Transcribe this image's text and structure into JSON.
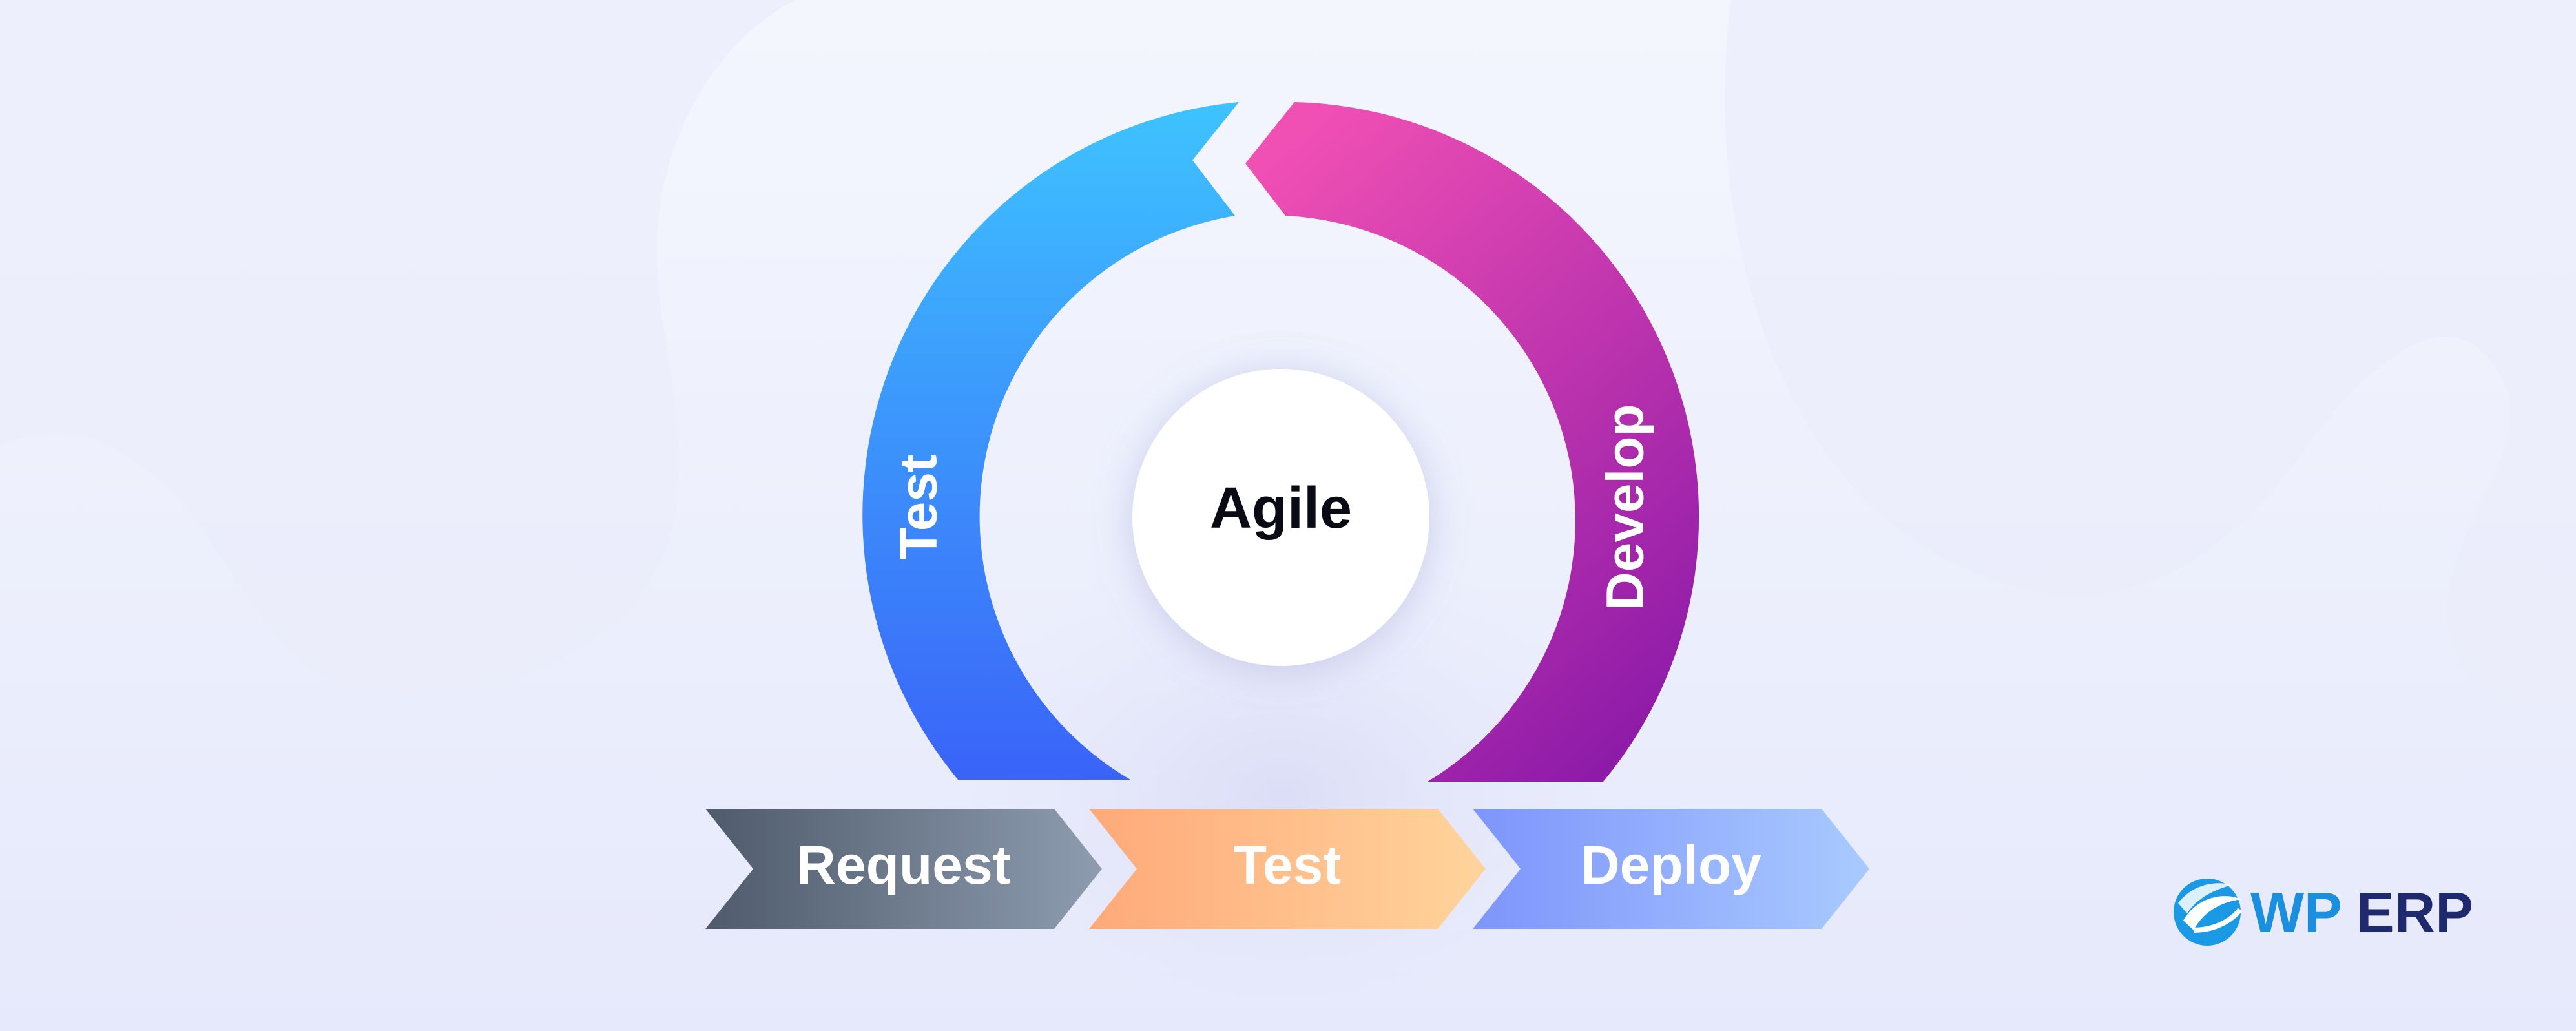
{
  "diagram": {
    "center_label": "Agile",
    "arcs": [
      {
        "id": "test-arc",
        "label": "Test",
        "gradient": [
          "#3ec3ff",
          "#3a63f8"
        ]
      },
      {
        "id": "develop-arc",
        "label": "Develop",
        "gradient": [
          "#f04fb4",
          "#8c1aa8"
        ]
      }
    ],
    "steps": [
      {
        "label": "Request",
        "gradient": [
          "#4f5b6c",
          "#8e9cb0"
        ]
      },
      {
        "label": "Test",
        "gradient": [
          "#ffa97a",
          "#ffd49c"
        ]
      },
      {
        "label": "Deploy",
        "gradient": [
          "#7e95fb",
          "#a9caff"
        ]
      }
    ]
  },
  "logo": {
    "wp": "WP",
    "erp": "ERP",
    "icon": "wp-erp-logo-icon"
  },
  "colors": {
    "background": "#eef0fc",
    "test_arc_top": "#3ec3ff",
    "test_arc_bottom": "#3a63f8",
    "develop_arc_top": "#f04fb4",
    "develop_arc_bottom": "#8c1aa8",
    "logo_blue": "#1a8fe0",
    "logo_navy": "#1f2a6e"
  }
}
